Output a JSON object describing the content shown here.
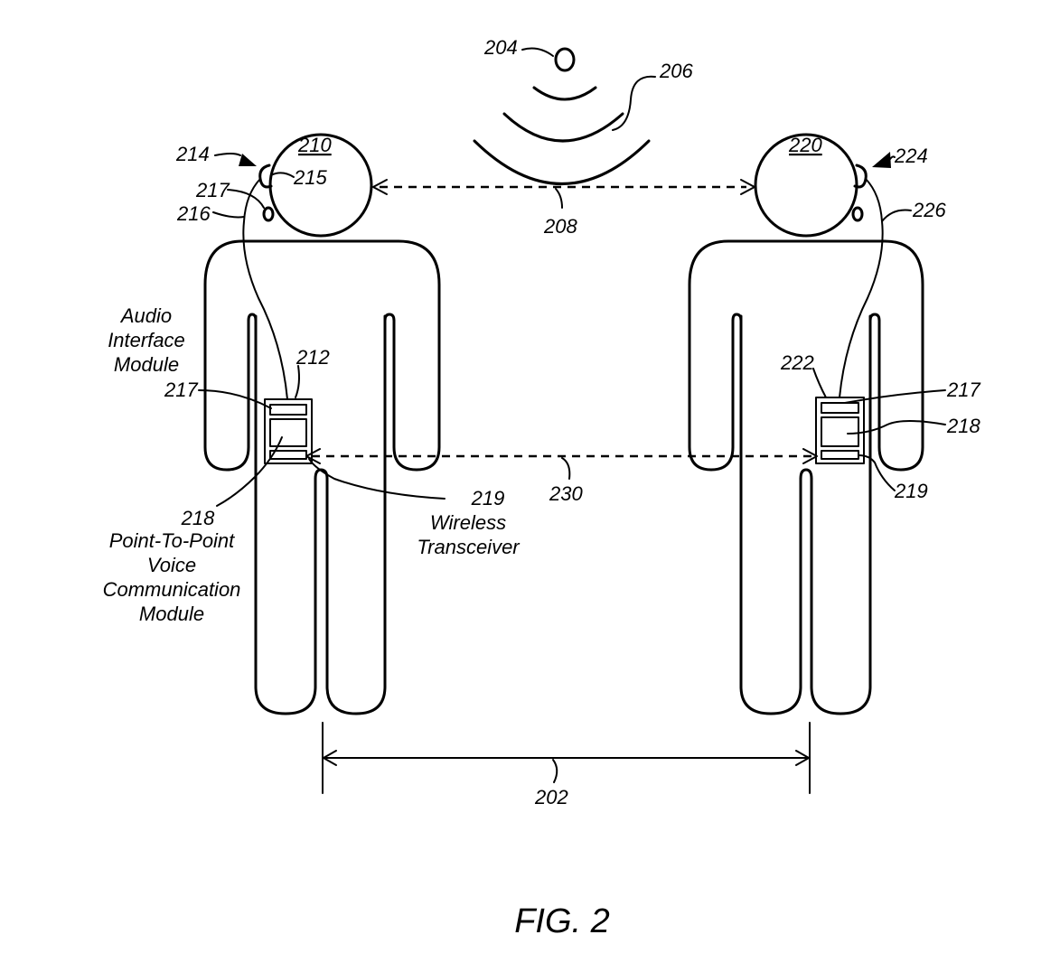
{
  "figure_caption": "FIG. 2",
  "references": {
    "r202": "202",
    "r204": "204",
    "r206": "206",
    "r208": "208",
    "r210": "210",
    "r212": "212",
    "r214": "214",
    "r215": "215",
    "r216": "216",
    "r217a": "217",
    "r217b": "217",
    "r217c": "217",
    "r218a": "218",
    "r218b": "218",
    "r219a": "219",
    "r219b": "219",
    "r220": "220",
    "r222": "222",
    "r224": "224",
    "r226": "226",
    "r230": "230"
  },
  "callouts": {
    "audio_interface": [
      "Audio",
      "Interface",
      "Module"
    ],
    "wireless_transceiver": [
      "Wireless",
      "Transceiver"
    ],
    "p2p_voice": [
      "Point-To-Point",
      "Voice",
      "Communication",
      "Module"
    ]
  }
}
